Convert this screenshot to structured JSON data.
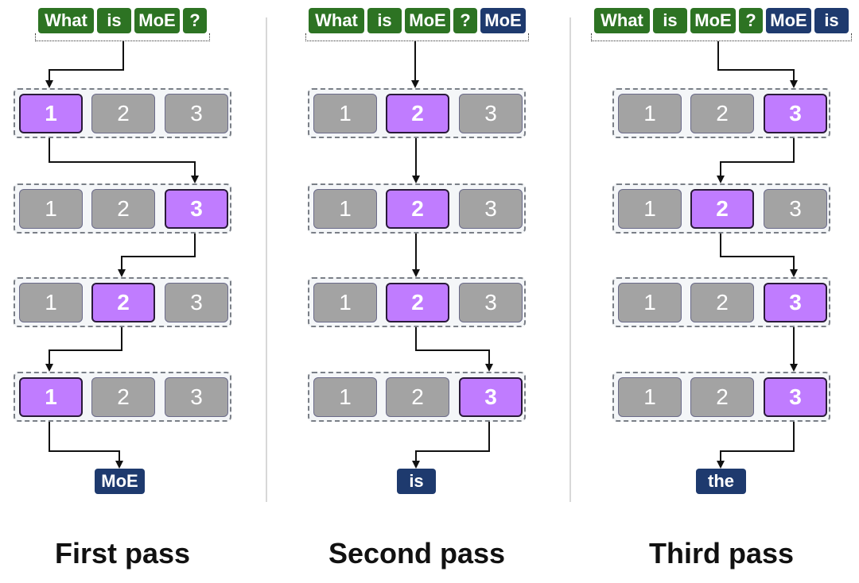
{
  "passes": [
    {
      "label": "First pass",
      "input_tokens": [
        "What",
        "is",
        "MoE",
        "?"
      ],
      "generated_tokens": [],
      "layers": [
        {
          "experts": [
            "1",
            "2",
            "3"
          ],
          "active": 1
        },
        {
          "experts": [
            "1",
            "2",
            "3"
          ],
          "active": 3
        },
        {
          "experts": [
            "1",
            "2",
            "3"
          ],
          "active": 2
        },
        {
          "experts": [
            "1",
            "2",
            "3"
          ],
          "active": 1
        }
      ],
      "output": "MoE"
    },
    {
      "label": "Second pass",
      "input_tokens": [
        "What",
        "is",
        "MoE",
        "?"
      ],
      "generated_tokens": [
        "MoE"
      ],
      "layers": [
        {
          "experts": [
            "1",
            "2",
            "3"
          ],
          "active": 2
        },
        {
          "experts": [
            "1",
            "2",
            "3"
          ],
          "active": 2
        },
        {
          "experts": [
            "1",
            "2",
            "3"
          ],
          "active": 2
        },
        {
          "experts": [
            "1",
            "2",
            "3"
          ],
          "active": 3
        }
      ],
      "output": "is"
    },
    {
      "label": "Third pass",
      "input_tokens": [
        "What",
        "is",
        "MoE",
        "?"
      ],
      "generated_tokens": [
        "MoE",
        "is"
      ],
      "layers": [
        {
          "experts": [
            "1",
            "2",
            "3"
          ],
          "active": 3
        },
        {
          "experts": [
            "1",
            "2",
            "3"
          ],
          "active": 2
        },
        {
          "experts": [
            "1",
            "2",
            "3"
          ],
          "active": 3
        },
        {
          "experts": [
            "1",
            "2",
            "3"
          ],
          "active": 3
        }
      ],
      "output": "the"
    }
  ],
  "colors": {
    "input_token": "#2d7323",
    "generated_token": "#1e3a6e",
    "active_expert": "#c07cff",
    "inactive_expert": "#a3a3a3"
  }
}
